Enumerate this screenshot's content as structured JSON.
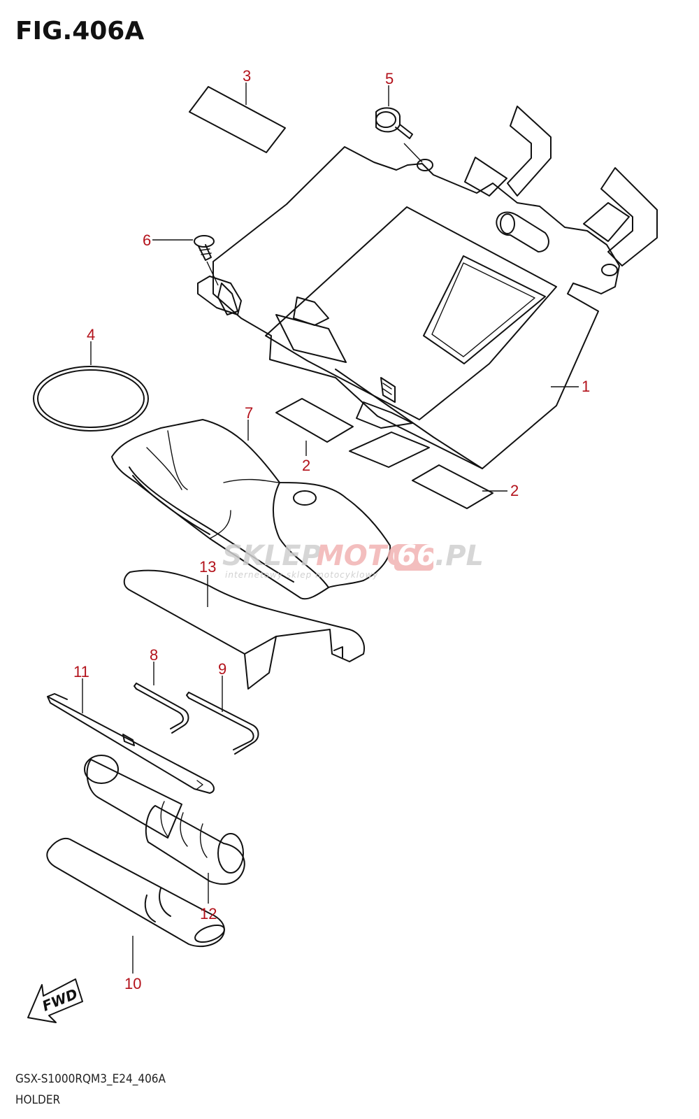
{
  "figure": {
    "title": "FIG.406A",
    "model_code": "GSX-S1000RQM3_E24_406A",
    "group_name": "HOLDER"
  },
  "callouts": [
    "1",
    "2",
    "2",
    "3",
    "4",
    "5",
    "6",
    "7",
    "8",
    "9",
    "10",
    "11",
    "12",
    "13"
  ],
  "watermark": {
    "brand_left": "SKLEP",
    "brand_mid": "MOTO",
    "brand_box": "66",
    "brand_right": ".PL",
    "tagline": "internetowy sklep motocyklowy",
    "color_gray": "#cfcfcf",
    "color_red": "#f2b3b3"
  },
  "direction_marker": {
    "label": "FWD",
    "icon": "arrow-fwd-icon"
  },
  "colors": {
    "callout": "#b3121b",
    "line": "#111111",
    "background": "#ffffff"
  }
}
